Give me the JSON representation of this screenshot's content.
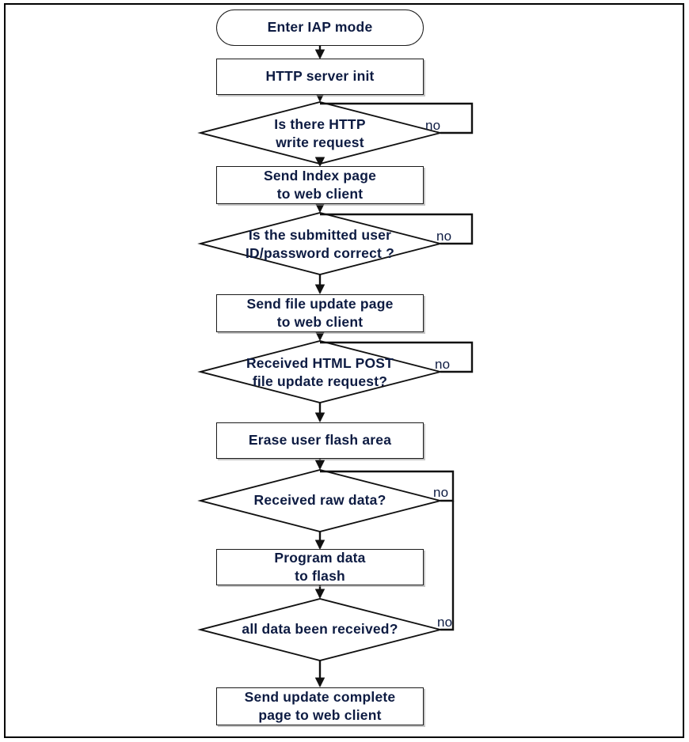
{
  "diagram": {
    "title": "IAP mode HTTP firmware update flowchart",
    "type": "flowchart",
    "line_color": "#1a1a1a",
    "text_color": "#0d1b42",
    "background": "#ffffff",
    "border_color": "#000000"
  },
  "nodes": [
    {
      "id": "n1",
      "shape": "terminal",
      "label": "Enter IAP mode"
    },
    {
      "id": "n2",
      "shape": "process",
      "label": "HTTP server init"
    },
    {
      "id": "n3",
      "shape": "decision",
      "line1": "Is there HTTP",
      "line2": "write request"
    },
    {
      "id": "n4",
      "shape": "process",
      "line1": "Send Index page",
      "line2": "to web client"
    },
    {
      "id": "n5",
      "shape": "decision",
      "line1": "Is the submitted user",
      "line2": "ID/password correct ?"
    },
    {
      "id": "n6",
      "shape": "process",
      "line1": "Send file update page",
      "line2": "to web client"
    },
    {
      "id": "n7",
      "shape": "decision",
      "line1": "Received HTML POST",
      "line2": "file update request?"
    },
    {
      "id": "n8",
      "shape": "process",
      "label": "Erase user flash area"
    },
    {
      "id": "n9",
      "shape": "decision",
      "line1": "Received raw data?",
      "line2": ""
    },
    {
      "id": "n10",
      "shape": "process",
      "line1": "Program data",
      "line2": "to flash"
    },
    {
      "id": "n11",
      "shape": "decision",
      "line1": "all data been received?",
      "line2": ""
    },
    {
      "id": "n12",
      "shape": "process",
      "line1": "Send update complete",
      "line2": "page to web client"
    }
  ],
  "edge_labels": {
    "no": "no"
  },
  "loops": [
    {
      "from": "n3",
      "to": "n3",
      "label": "no"
    },
    {
      "from": "n5",
      "to": "n5",
      "label": "no"
    },
    {
      "from": "n7",
      "to": "n7",
      "label": "no"
    },
    {
      "from": "n9",
      "to": "n9",
      "label": "no"
    },
    {
      "from": "n11",
      "to": "n9",
      "label": "no"
    }
  ]
}
